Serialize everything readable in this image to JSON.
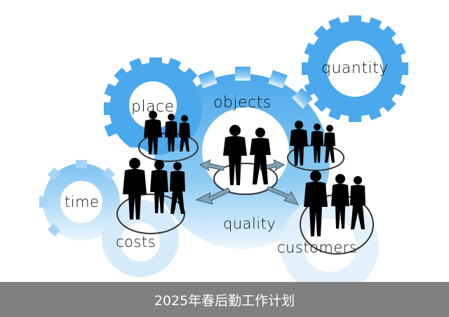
{
  "illustration": {
    "description": "Blue gears with business people silhouettes",
    "gear_labels": {
      "quantity": "quantity",
      "place": "place",
      "objects": "objects",
      "time": "time",
      "costs": "costs",
      "quality": "quality",
      "customers": "customers"
    },
    "colors": {
      "gear_blue": "#4aa8ec",
      "gear_light": "#bfe0f7",
      "silhouette": "#000000",
      "caption_bar": "#808080",
      "caption_text": "#ffffff"
    }
  },
  "caption": {
    "title": "2025年春后勤工作计划"
  }
}
